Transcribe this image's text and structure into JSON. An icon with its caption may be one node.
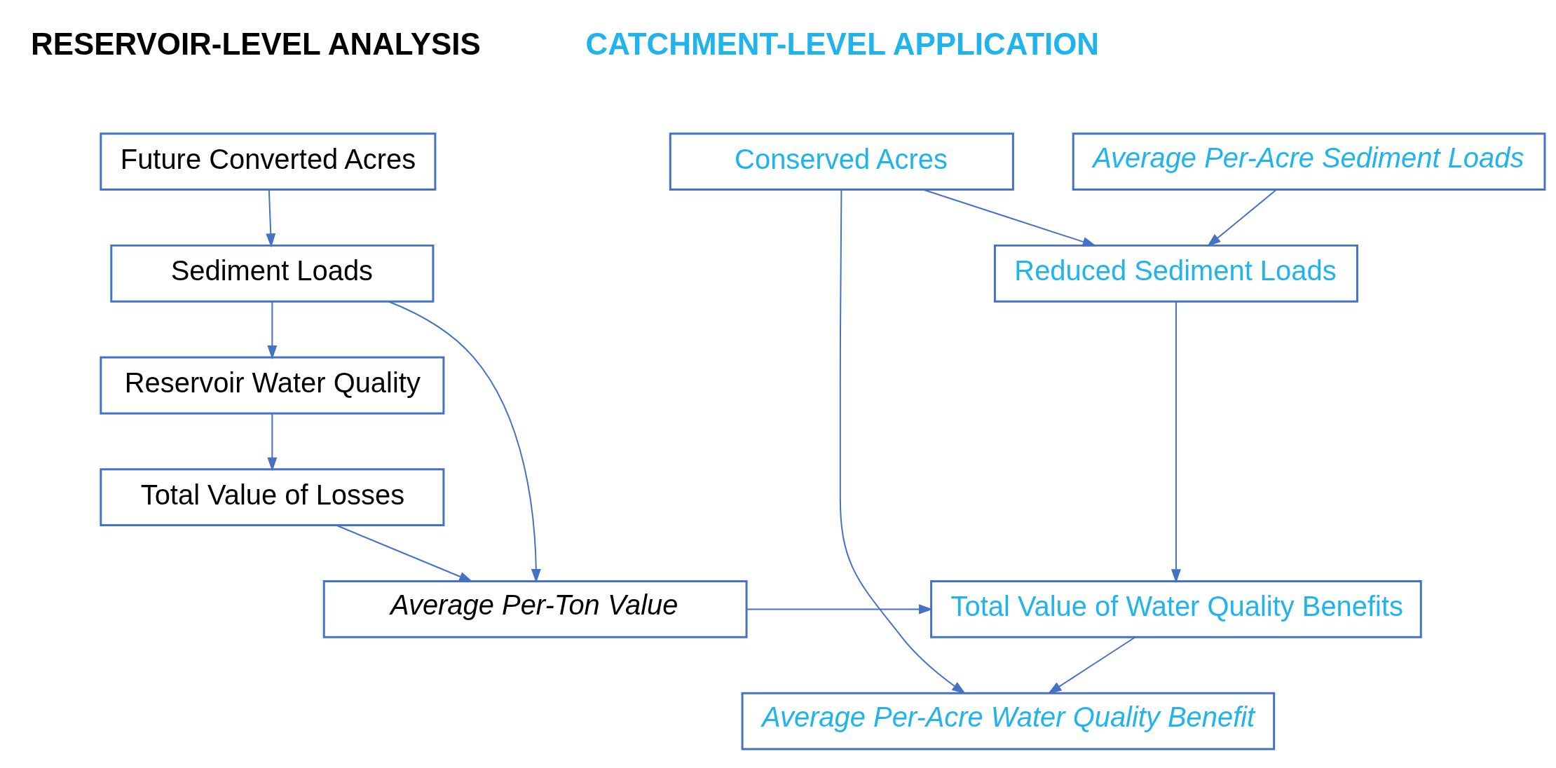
{
  "diagram": {
    "nodes": [
      {
        "text": [
          "Future Converted Acres"
        ]
      },
      {
        "text": [
          "Sediment Loads"
        ]
      },
      {
        "text": [
          "Reservoir Water Quality"
        ]
      },
      {
        "text": [
          "Total Value of Losses"
        ]
      },
      {
        "text": [
          "Average Per-Ton Value"
        ]
      },
      {
        "text": [
          "Conserved Acres"
        ]
      },
      {
        "text": [
          "Average Per-Acre Sediment Loads"
        ]
      },
      {
        "text": [
          "Reduced Sediment Loads"
        ]
      },
      {
        "text": [
          "Total Value of Water Quality Benefits"
        ]
      },
      {
        "text": [
          "Average Per-Acre Water Quality Benefit"
        ]
      }
    ],
    "edges": [
      {
        "from": 0,
        "to": 1,
        "arrow": "to"
      },
      {
        "from": 1,
        "to": 2,
        "arrow": "to"
      },
      {
        "from": 1,
        "to": 4,
        "arrow": "to"
      },
      {
        "from": 2,
        "to": 3,
        "arrow": "to"
      },
      {
        "from": 3,
        "to": 4,
        "arrow": "to"
      },
      {
        "from": 4,
        "to": 8,
        "arrow": "to"
      },
      {
        "from": 5,
        "to": 7,
        "arrow": "to"
      },
      {
        "from": 6,
        "to": 7,
        "arrow": "to"
      },
      {
        "from": 7,
        "to": 8,
        "arrow": "to"
      },
      {
        "from": 8,
        "to": 9,
        "arrow": "to"
      },
      {
        "from": 5,
        "to": 9,
        "arrow": "to"
      }
    ],
    "labels": [
      "RESERVOIR-LEVEL ANALYSIS",
      "CATCHMENT-LEVEL APPLICATION"
    ]
  }
}
